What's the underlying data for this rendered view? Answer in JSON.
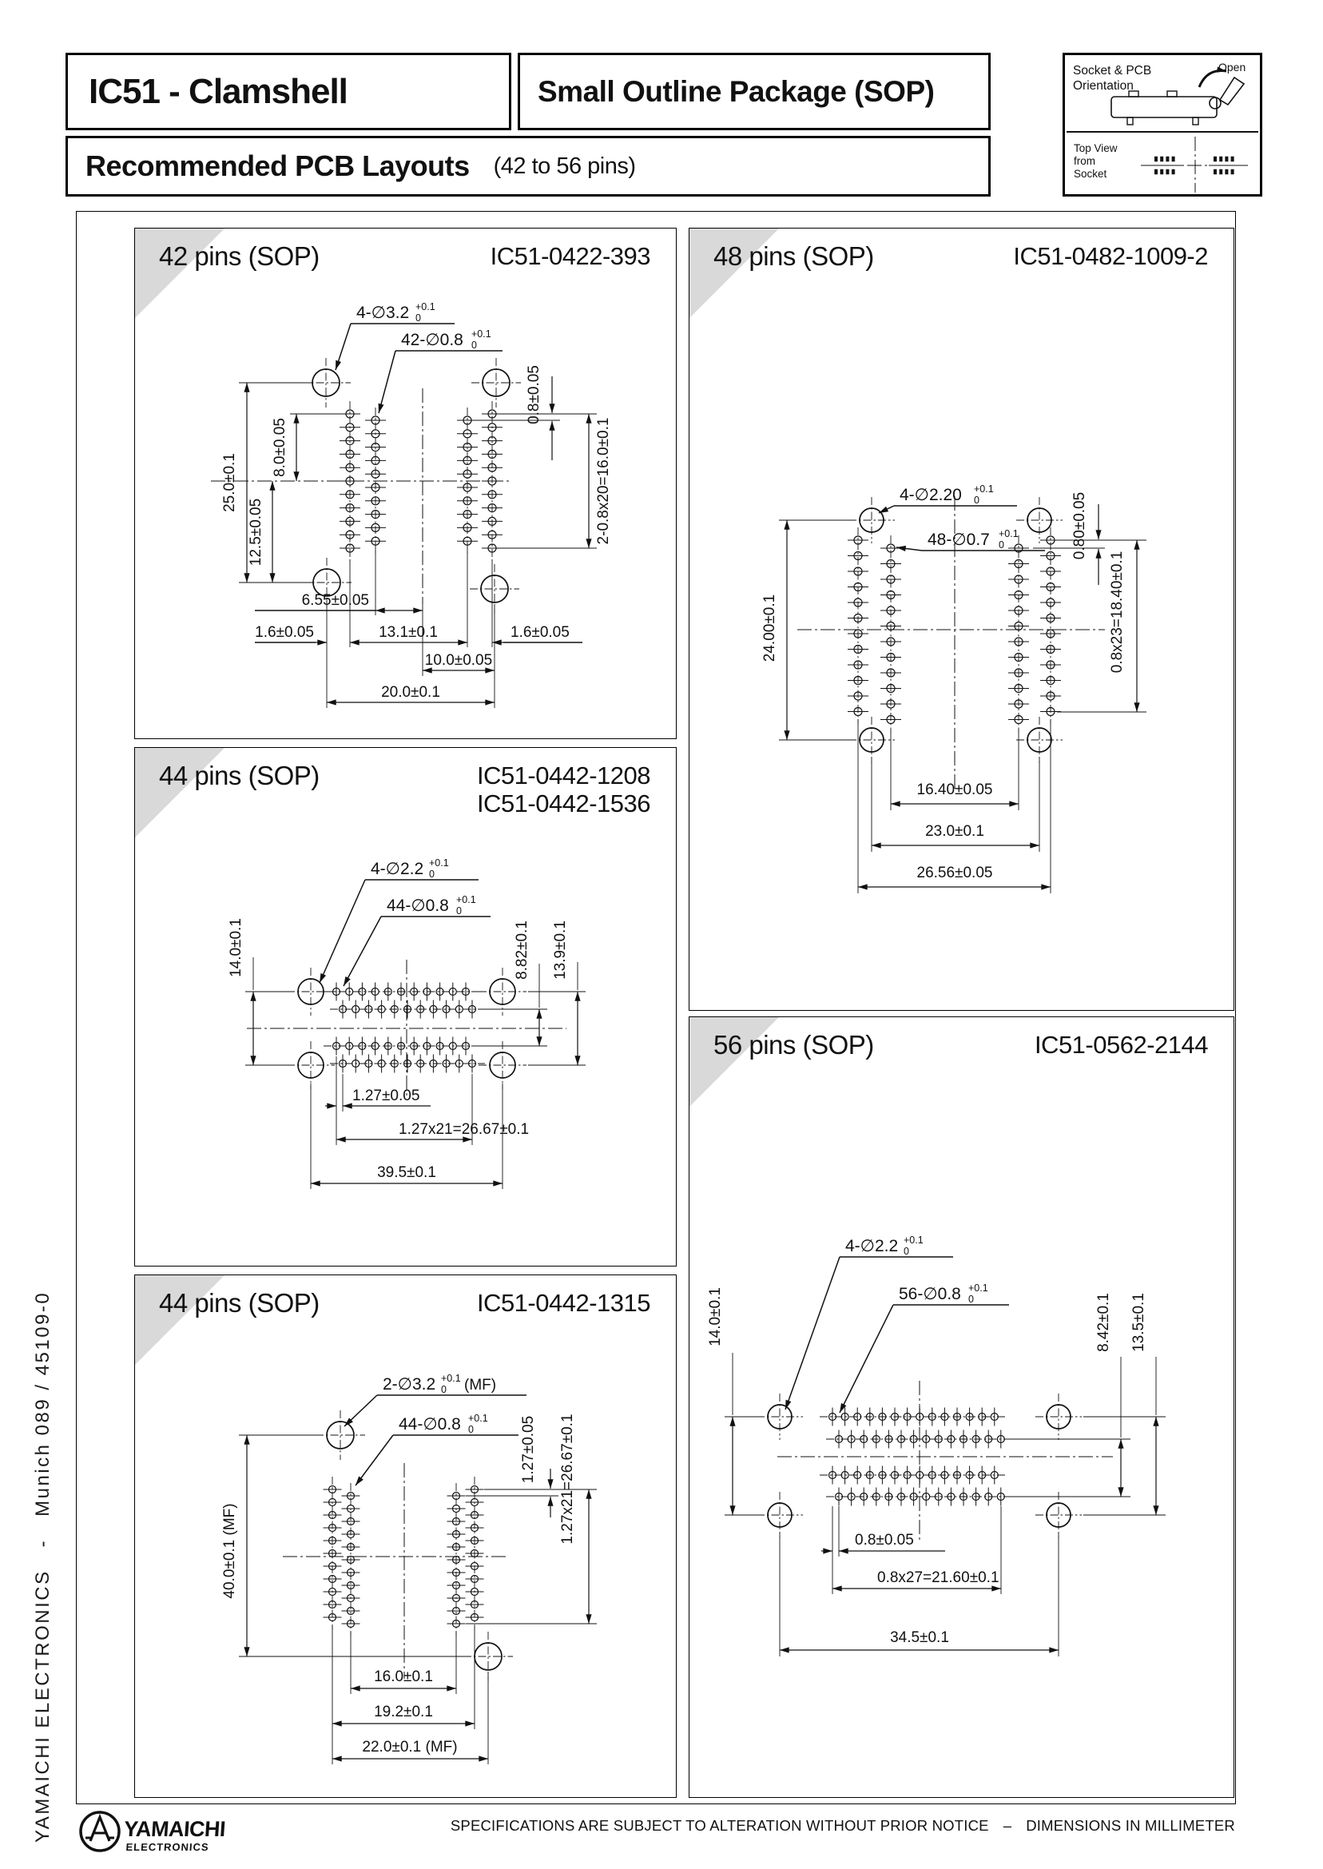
{
  "header": {
    "series_title": "IC51 - Clamshell",
    "package_title": "Small Outline Package (SOP)",
    "layouts_title": "Recommended PCB Layouts",
    "layouts_range": "(42 to 56 pins)",
    "orientation": {
      "title_line1": "Socket & PCB",
      "title_line2": "Orientation",
      "open_label": "Open",
      "view_line1": "Top View",
      "view_line2": "from",
      "view_line3": "Socket"
    }
  },
  "sidebar": {
    "company": "YAMAICHI ELECTRONICS",
    "sep": "-",
    "location": "Munich 089 / 45109-0"
  },
  "footer": {
    "logo_name": "YAMAICHI",
    "logo_sub": "ELECTRONICS",
    "note": "SPECIFICATIONS ARE SUBJECT TO ALTERATION WITHOUT PRIOR NOTICE",
    "separator": "–",
    "units": "DIMENSIONS IN MILLIMETER"
  },
  "panels": [
    {
      "title": "42 pins (SOP)",
      "parts": [
        "IC51-0422-393"
      ],
      "labels": {
        "holes": "4-∅3.2",
        "holes_tol_up": "+0.1",
        "holes_tol_dn": "0",
        "pads": "42-∅0.8",
        "pads_tol_up": "+0.1",
        "pads_tol_dn": "0"
      },
      "dims": {
        "row_offset": "0.8±0.05",
        "v25": "25.0±0.1",
        "v8": "8.0±0.05",
        "v125": "12.5±0.05",
        "h655": "6.55±0.05",
        "h16l": "1.6±0.05",
        "h131": "13.1±0.1",
        "h16r": "1.6±0.05",
        "h10": "10.0±0.05",
        "h20": "20.0±0.1",
        "span": "2-0.8x20=16.0±0.1"
      }
    },
    {
      "title": "48 pins (SOP)",
      "parts": [
        "IC51-0482-1009-2"
      ],
      "labels": {
        "holes": "4-∅2.20",
        "holes_tol_up": "+0.1",
        "holes_tol_dn": "0",
        "pads": "48-∅0.7",
        "pads_tol_up": "+0.1",
        "pads_tol_dn": "0"
      },
      "dims": {
        "row_offset": "0.80±0.05",
        "span": "0.8x23=18.40±0.1",
        "v24": "24.00±0.1",
        "h164": "16.40±0.05",
        "h23": "23.0±0.1",
        "h2656": "26.56±0.05"
      }
    },
    {
      "title": "44 pins (SOP)",
      "parts": [
        "IC51-0442-1208",
        "IC51-0442-1536"
      ],
      "labels": {
        "holes": "4-∅2.2",
        "holes_tol_up": "+0.1",
        "holes_tol_dn": "0",
        "pads": "44-∅0.8",
        "pads_tol_up": "+0.1",
        "pads_tol_dn": "0"
      },
      "dims": {
        "v14": "14.0±0.1",
        "v882": "8.82±0.1",
        "v139": "13.9±0.1",
        "pitch": "1.27±0.05",
        "span": "1.27x21=26.67±0.1",
        "h395": "39.5±0.1"
      }
    },
    {
      "title": "56 pins (SOP)",
      "parts": [
        "IC51-0562-2144"
      ],
      "labels": {
        "holes": "4-∅2.2",
        "holes_tol_up": "+0.1",
        "holes_tol_dn": "0",
        "pads": "56-∅0.8",
        "pads_tol_up": "+0.1",
        "pads_tol_dn": "0"
      },
      "dims": {
        "v14": "14.0±0.1",
        "v842": "8.42±0.1",
        "v135": "13.5±0.1",
        "pitch": "0.8±0.05",
        "span": "0.8x27=21.60±0.1",
        "h345": "34.5±0.1"
      }
    },
    {
      "title": "44 pins (SOP)",
      "parts": [
        "IC51-0442-1315"
      ],
      "labels": {
        "holes": "2-∅3.2",
        "holes_tol_up": "+0.1",
        "holes_tol_dn": "0",
        "holes_suffix": "(MF)",
        "pads": "44-∅0.8",
        "pads_tol_up": "+0.1",
        "pads_tol_dn": "0"
      },
      "dims": {
        "pitch": "1.27±0.05",
        "span": "1.27x21=26.67±0.1",
        "v40": "40.0±0.1 (MF)",
        "h16": "16.0±0.1",
        "h192": "19.2±0.1",
        "h22": "22.0±0.1 (MF)"
      }
    }
  ]
}
